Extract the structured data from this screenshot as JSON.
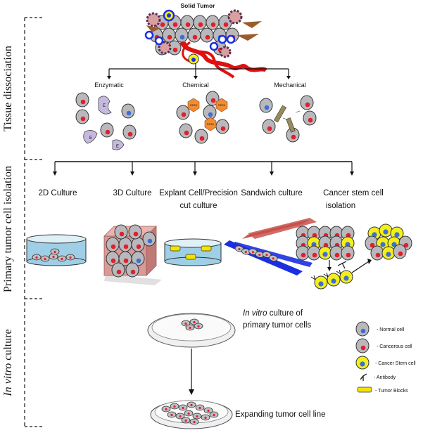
{
  "title": "Solid Tumor",
  "sections": {
    "tissue": "Tissue dissociation",
    "primary": "Primary tumor cell isolation",
    "invitro_italic": "In vitro",
    "invitro_rest": " culture"
  },
  "dissociation_methods": [
    "Enzymatic",
    "Chemical",
    "Mechanical"
  ],
  "enzyme_letters": [
    "E",
    "E",
    "E"
  ],
  "chemical_tags": [
    "EDTA",
    "EDTA",
    "EDTA"
  ],
  "culture_methods": {
    "c2d": "2D Culture",
    "c3d": "3D Culture",
    "explant_1": "Explant Cell/Precision",
    "explant_2": "cut culture",
    "sandwich": "Sandwich culture",
    "csc_1": "Cancer stem cell",
    "csc_2": "isolation"
  },
  "invitro_primary": {
    "italic": "In vitro",
    "rest": " culture of",
    "line2": "primary tumor cells"
  },
  "expanding": "Expanding tumor cell line",
  "legend": [
    {
      "icon": "normal-cell-icon",
      "label": "- Normal cell"
    },
    {
      "icon": "cancerous-cell-icon",
      "label": "- Cancerous cell"
    },
    {
      "icon": "cancer-stem-cell-icon",
      "label": "- Cancer Stem cell"
    },
    {
      "icon": "antibody-icon",
      "label": "- Antibody"
    },
    {
      "icon": "tumor-block-icon",
      "label": "- Tumor Blocks"
    }
  ],
  "colors": {
    "cell_fill": "#b9b9bd",
    "cell_stroke": "#333333",
    "nucleus_normal": "#3d6fd6",
    "nucleus_cancer": "#e0202a",
    "stem_yellow": "#f4ef1a",
    "enzyme": "#c6b9e0",
    "edta": "#f08c34",
    "dish_liquid": "#9fcfe6",
    "sandwich_red": "#c8524b",
    "sandwich_blue": "#1b2fe0",
    "tumor_block": "#f2e400"
  }
}
